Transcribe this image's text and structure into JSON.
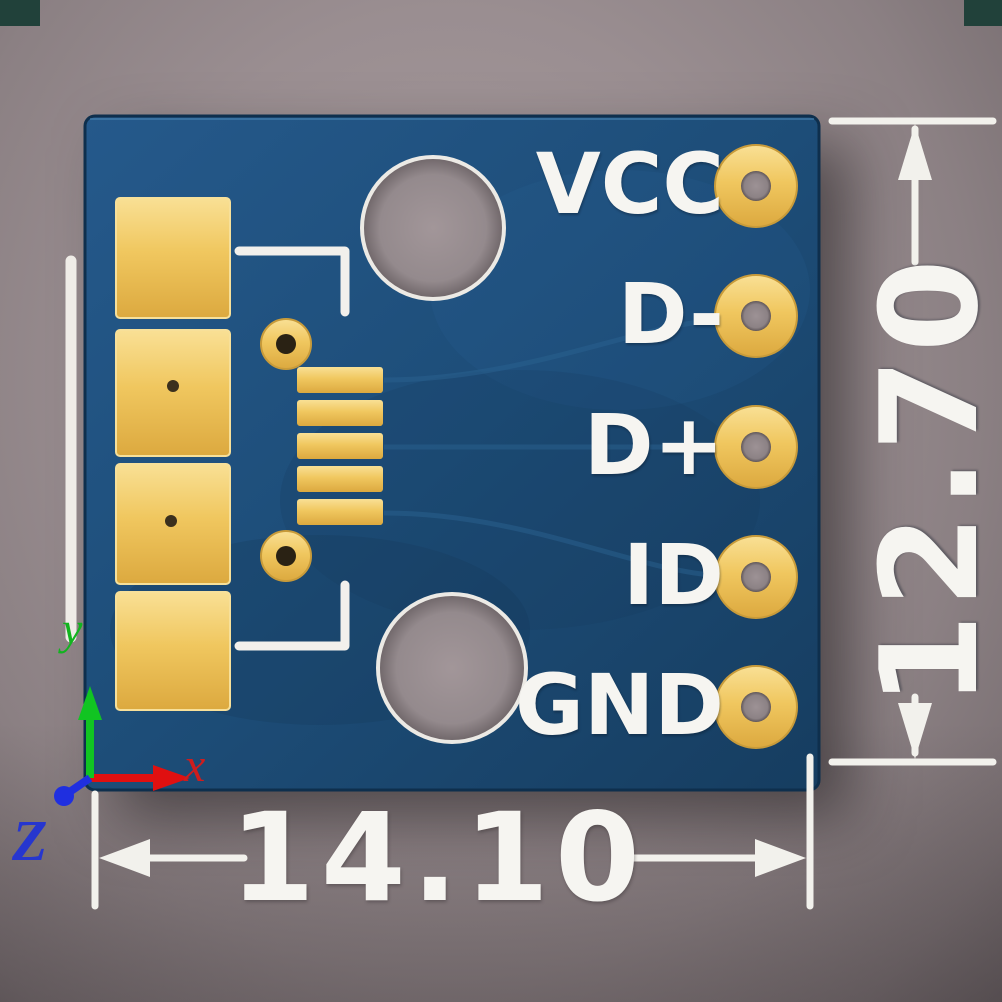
{
  "pins": {
    "items": [
      {
        "label": "VCC"
      },
      {
        "label": "D-"
      },
      {
        "label": "D+"
      },
      {
        "label": "ID"
      },
      {
        "label": "GND"
      }
    ]
  },
  "dimensions": {
    "width_value": "14.10",
    "height_value": "12.70"
  },
  "axes": {
    "x_label": "x",
    "y_label": "y",
    "z_label": "Z"
  },
  "colors": {
    "board": "#1d4e78",
    "pad_gold": "#f0c75f",
    "silkscreen": "#f4f2ee",
    "background": "#9a8e91",
    "axis_x": "#cf1d1d",
    "axis_y": "#12b41f",
    "axis_z": "#2636cf"
  }
}
